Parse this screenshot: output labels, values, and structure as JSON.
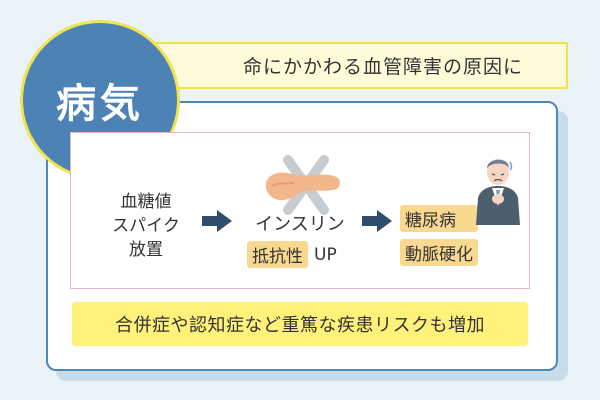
{
  "badge": {
    "label": "病気"
  },
  "banner": {
    "text": "命にかかわる血管障害の原因に"
  },
  "flow": {
    "step1_lines": [
      "血糖値",
      "スパイク",
      "放置"
    ],
    "step2_line1": "インスリン",
    "step2_highlight": "抵抗性",
    "step2_suffix": "UP",
    "step3_items": [
      "糖尿病",
      "動脈硬化"
    ]
  },
  "risk_note": {
    "text": "合併症や認知症など重篤な疾患リスクも増加"
  },
  "icons": {
    "arrows": "arrow-right-icon",
    "pancreas": "pancreas-crossed-icon",
    "person": "sick-man-icon"
  },
  "colors": {
    "background": "#e9f3f8",
    "card_border": "#4d87b8",
    "circle": "#4c82b5",
    "yellow_accent": "#f1e24f",
    "highlight": "#f8d98f",
    "risk_bar": "#fff17a",
    "pink_frame": "#eab5c2"
  }
}
